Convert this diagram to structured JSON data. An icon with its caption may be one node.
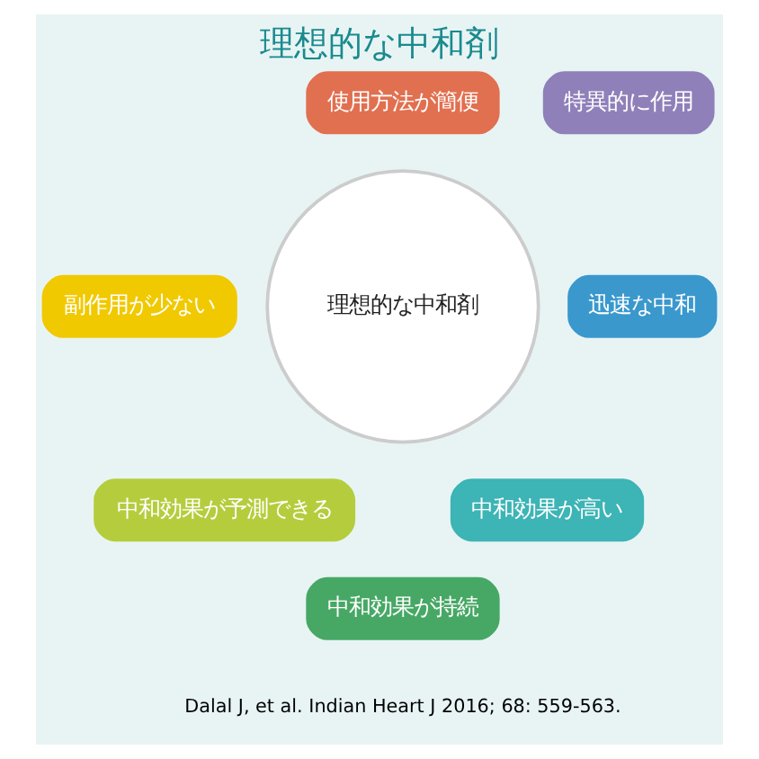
{
  "diagram": {
    "title": "理想的な中和剤",
    "caption": "Dalal J, et al. Indian Heart J 2016; 68: 559-563.",
    "nodes": [
      {
        "text": [
          "理想的な中和剤"
        ]
      },
      {
        "text": [
          "特異的に作用"
        ]
      },
      {
        "text": [
          "迅速な中和"
        ]
      },
      {
        "text": [
          "中和効果が高い"
        ]
      },
      {
        "text": [
          "中和効果が持続"
        ]
      },
      {
        "text": [
          "中和効果が予測できる"
        ]
      },
      {
        "text": [
          "副作用が少ない"
        ]
      },
      {
        "text": [
          "使用方法が簡便"
        ]
      }
    ]
  }
}
